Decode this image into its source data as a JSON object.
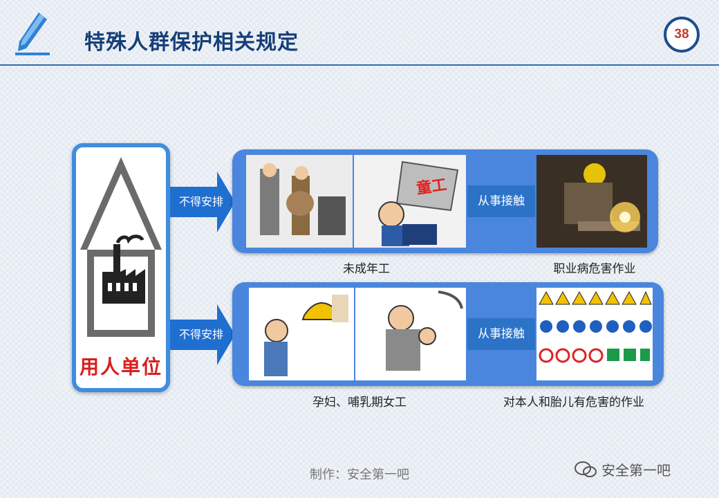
{
  "header": {
    "title": "特殊人群保护相关规定",
    "page_number": "38"
  },
  "left_box": {
    "label": "用人单位"
  },
  "rows": [
    {
      "arrow_label": "不得安排",
      "connector_label": "从事接触",
      "caption_left": "未成年工",
      "caption_right": "职业病危害作业",
      "stamp": "童工"
    },
    {
      "arrow_label": "不得安排",
      "connector_label": "从事接触",
      "caption_left": "孕妇、哺乳期女工",
      "caption_right": "对本人和胎儿有危害的作业"
    }
  ],
  "footer": {
    "credit": "制作：安全第一吧",
    "brand": "安全第一吧"
  },
  "colors": {
    "title": "#163f79",
    "accent": "#3f8de0",
    "label_red": "#d81e1e"
  }
}
